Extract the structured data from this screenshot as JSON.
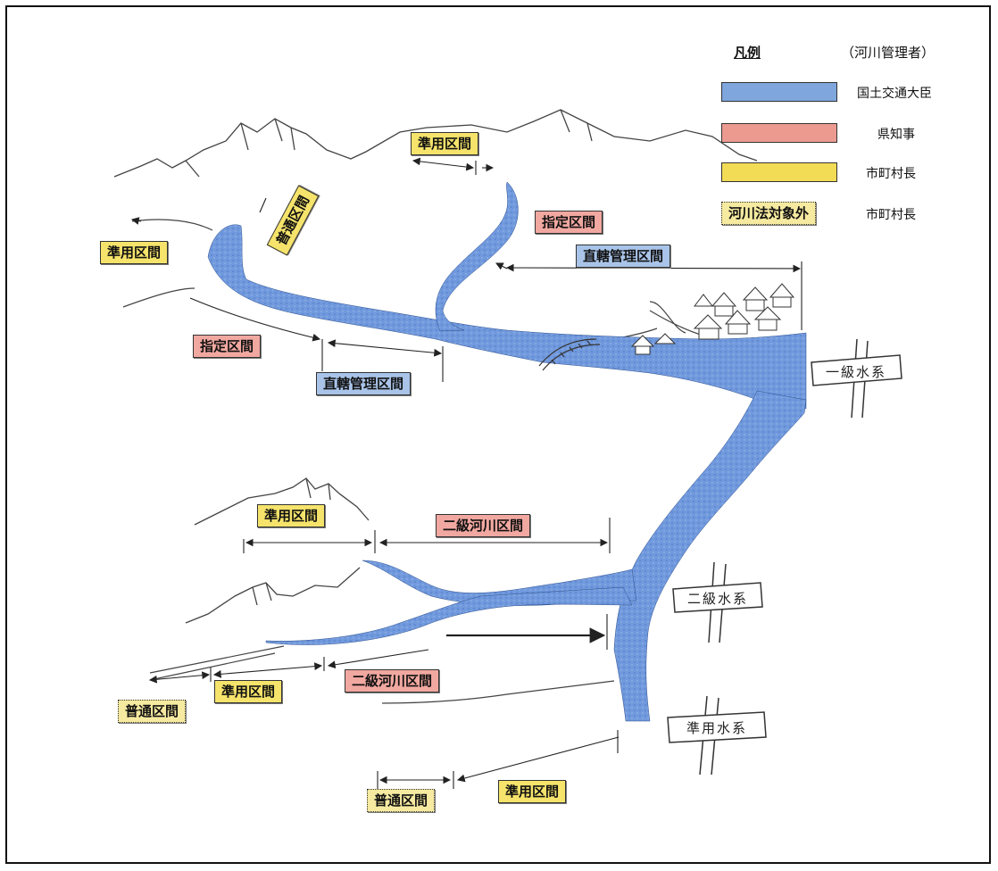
{
  "legend": {
    "title": "凡例",
    "subtitle": "（河川管理者）",
    "items": [
      {
        "swatch": "blue",
        "text": "国土交通大臣",
        "color": "#7fa6dd"
      },
      {
        "swatch": "pink",
        "text": "県知事",
        "color": "#ec9a90"
      },
      {
        "swatch": "yellow",
        "text": "市町村長",
        "color": "#f2dc55"
      },
      {
        "swatch": "dotted",
        "label": "河川法対象外",
        "text": "市町村長"
      }
    ]
  },
  "signs": {
    "class1": "一級水系",
    "class2": "二級水系",
    "quasi": "準用水系"
  },
  "labels": {
    "junyo": "準用区間",
    "futsu": "普通区間",
    "shitei": "指定区間",
    "chokkatsu": "直轄管理区間",
    "nikyu": "二級河川区間"
  },
  "colors": {
    "river": "#6d94d8",
    "outline": "#333333"
  }
}
